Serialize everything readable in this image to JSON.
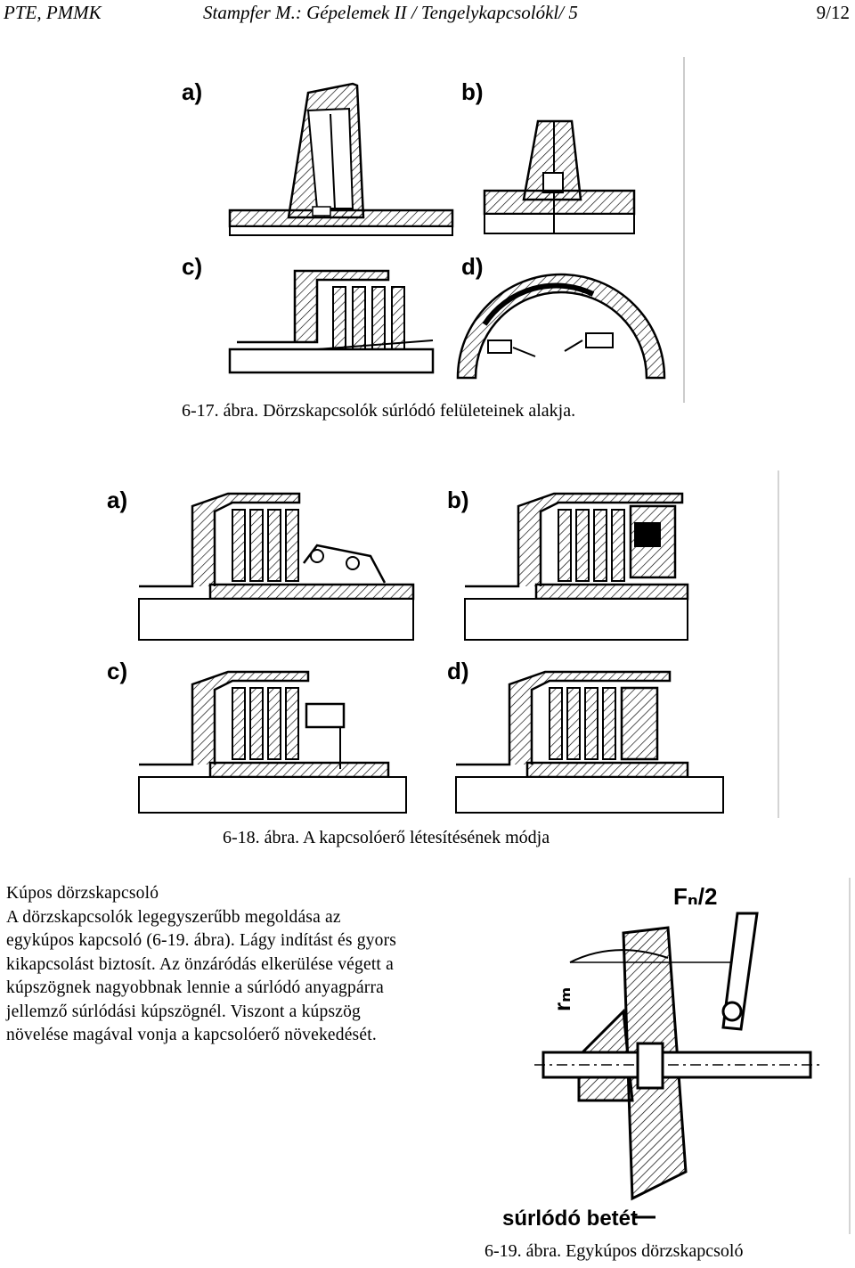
{
  "header": {
    "left": "PTE, PMMK",
    "center": "Stampfer M.: Gépelemek II / Tengelykapcsolókl/ 5",
    "right": "9/12"
  },
  "fig617": {
    "labels": [
      "a)",
      "b)",
      "c)",
      "d)"
    ],
    "caption": "6-17. ábra. Dörzskapcsolók súrlódó felületeinek alakja."
  },
  "fig618": {
    "labels": [
      "a)",
      "b)",
      "c)",
      "d)"
    ],
    "caption": "6-18. ábra. A kapcsolóerő létesítésének módja"
  },
  "section": {
    "heading": "Kúpos dörzskapcsoló",
    "paragraph": "A dörzskapcsolók legegyszerűbb megoldása az egykúpos kapcsoló (6-19. ábra). Lágy indítást és gyors kikapcsolást biztosít. Az önzáródás elkerülése végett a kúpszögnek nagyobbnak lennie a súrlódó anyagpárra jellemző súrlódási kúpszögnél. Viszont a kúpszög növelése magával vonja a kapcsolóerő növekedését."
  },
  "fig619": {
    "force_label": "Fₙ/2",
    "radius_label": "rₘ",
    "friction_label": "súrlódó betét",
    "caption": "6-19. ábra. Egykúpos dörzskapcsoló"
  }
}
